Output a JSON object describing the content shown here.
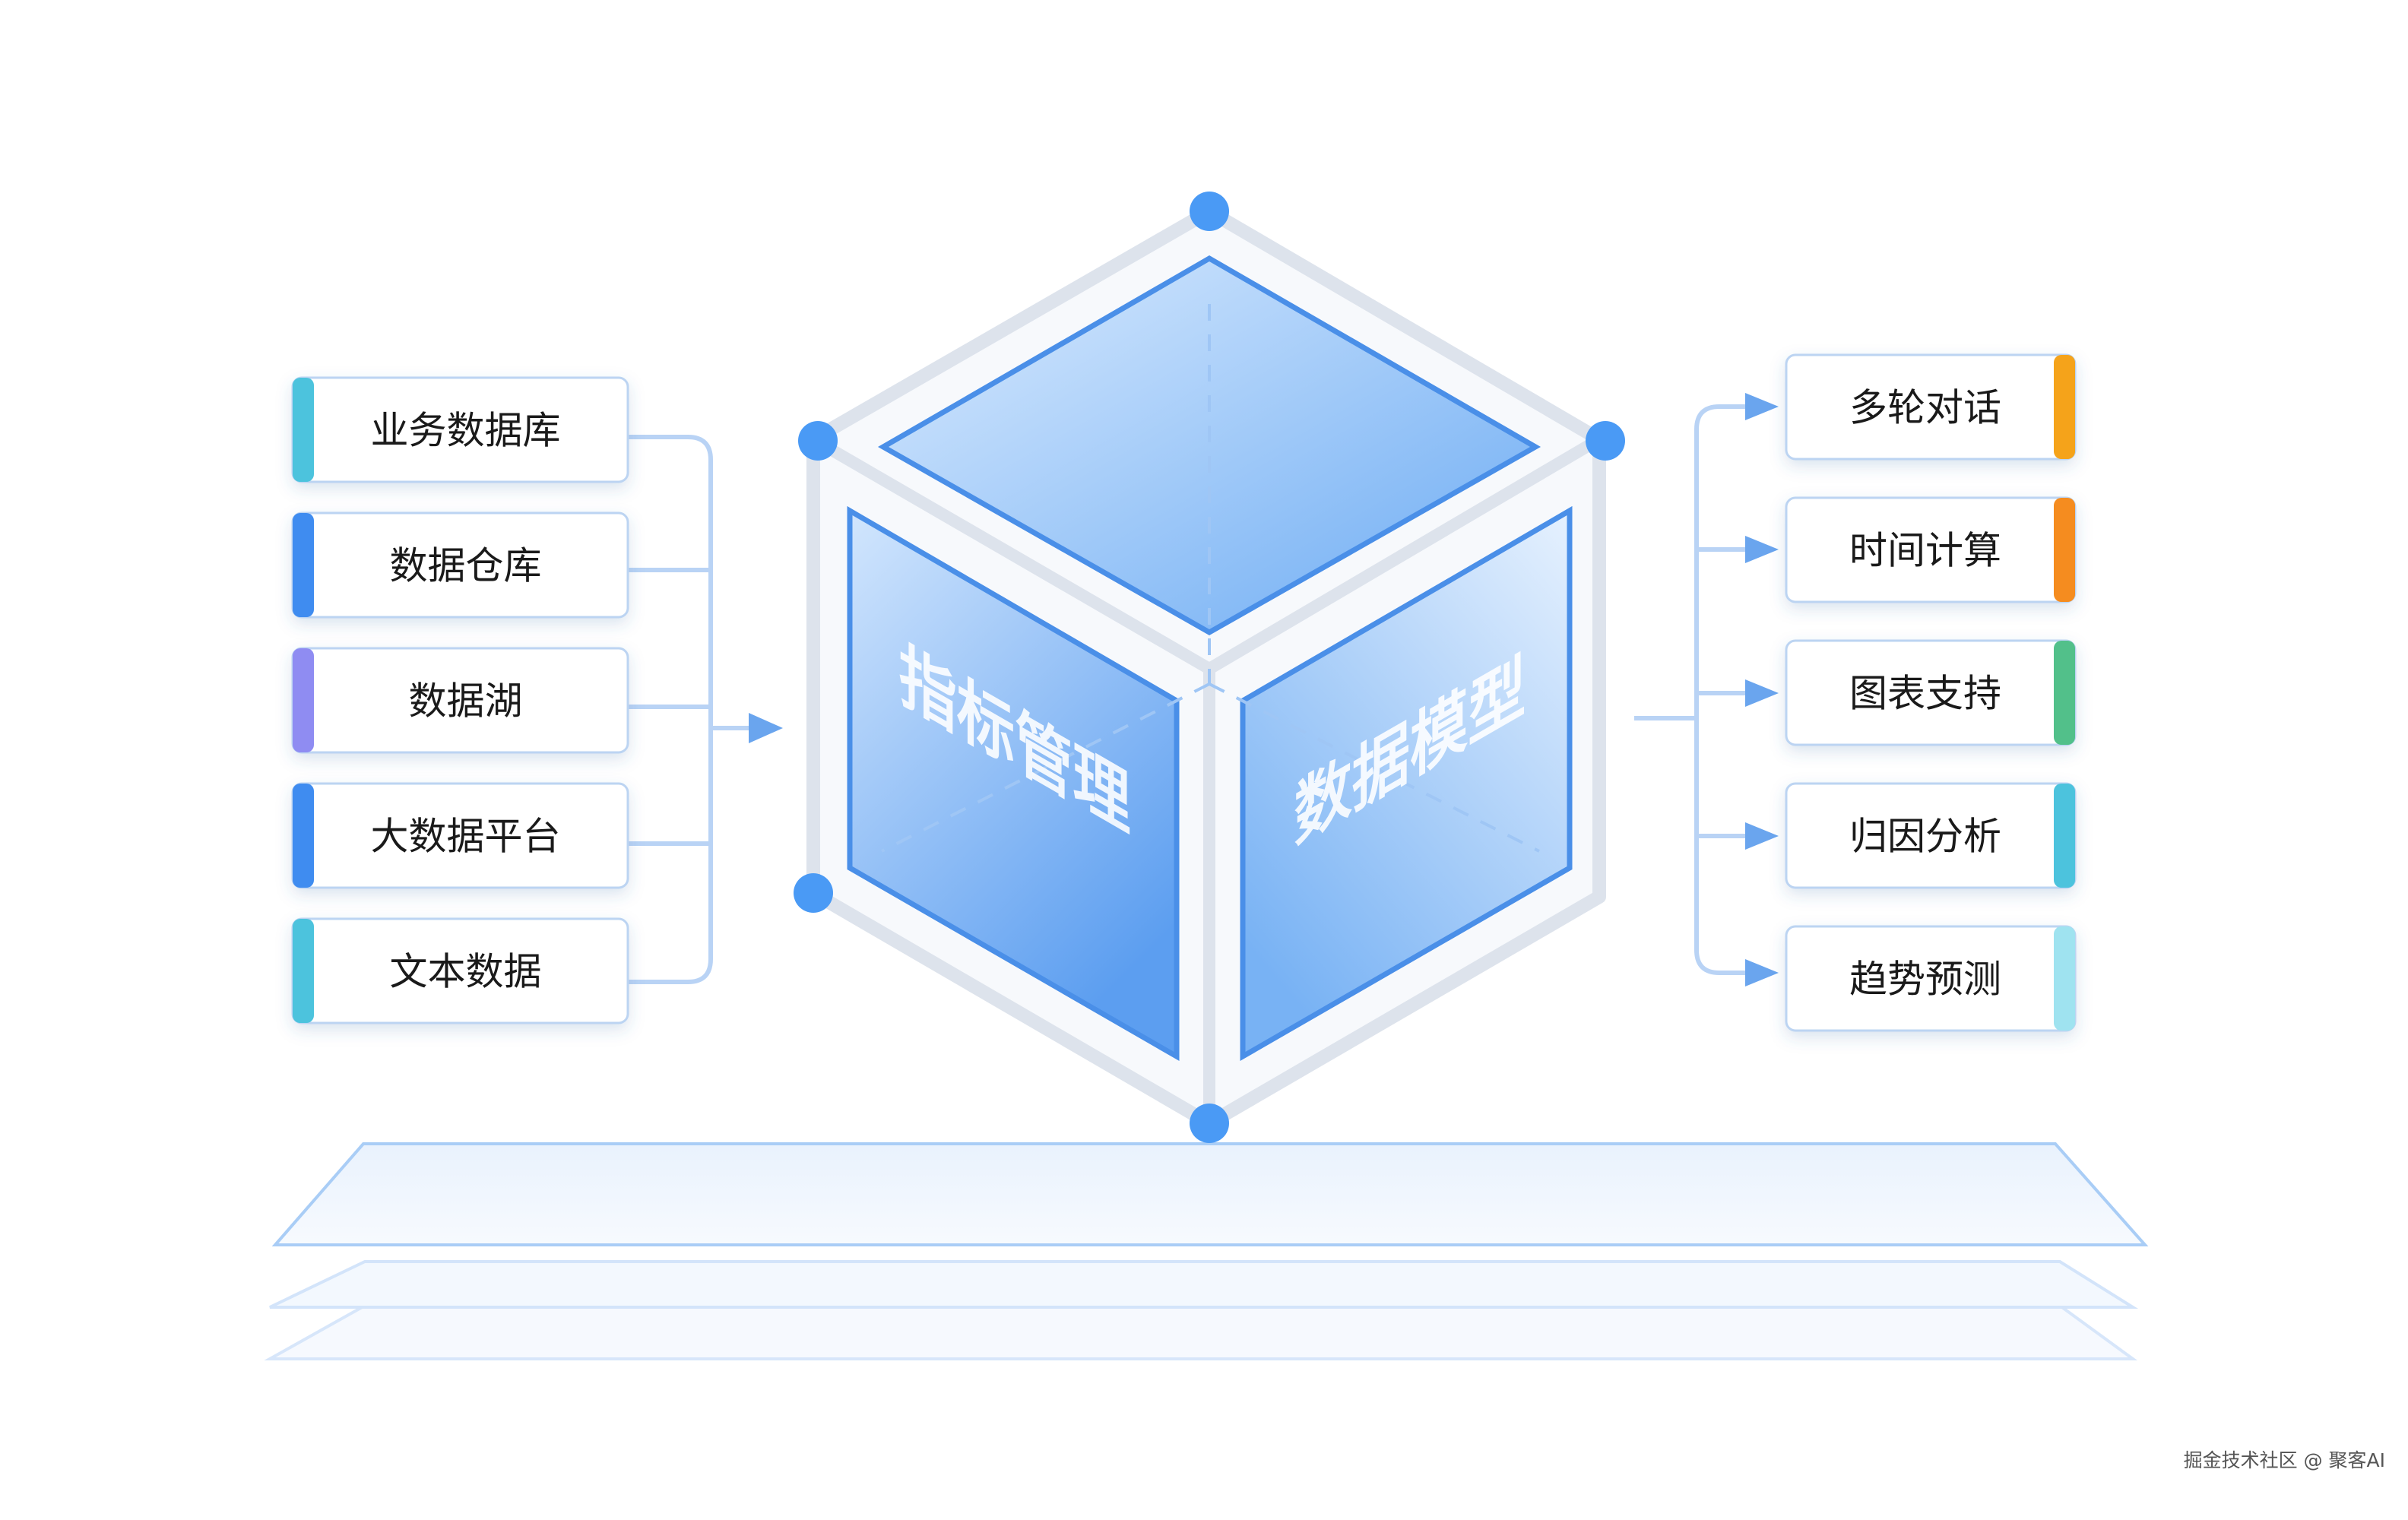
{
  "cube": {
    "left_face_label": "指标管理",
    "right_face_label": "数据模型"
  },
  "sources": [
    {
      "label": "业务数据库",
      "accent": "#4cc3dd"
    },
    {
      "label": "数据仓库",
      "accent": "#3f8cf0"
    },
    {
      "label": "数据湖",
      "accent": "#8f8cf2"
    },
    {
      "label": "大数据平台",
      "accent": "#3f8cf0"
    },
    {
      "label": "文本数据",
      "accent": "#4cc3dd"
    }
  ],
  "capabilities": [
    {
      "label": "多轮对话",
      "accent": "#f5a31a"
    },
    {
      "label": "时间计算",
      "accent": "#f58c1f"
    },
    {
      "label": "图表支持",
      "accent": "#52c08a"
    },
    {
      "label": "归因分析",
      "accent": "#4cc3dd"
    },
    {
      "label": "趋势预测",
      "accent": "#9fe3f0"
    }
  ],
  "watermark": "掘金技术社区 @ 聚客AI",
  "colors": {
    "connector": "#b9d3f5",
    "arrow": "#6aa5ee",
    "node": "#4a9af5",
    "frame": "#dde3ec"
  }
}
